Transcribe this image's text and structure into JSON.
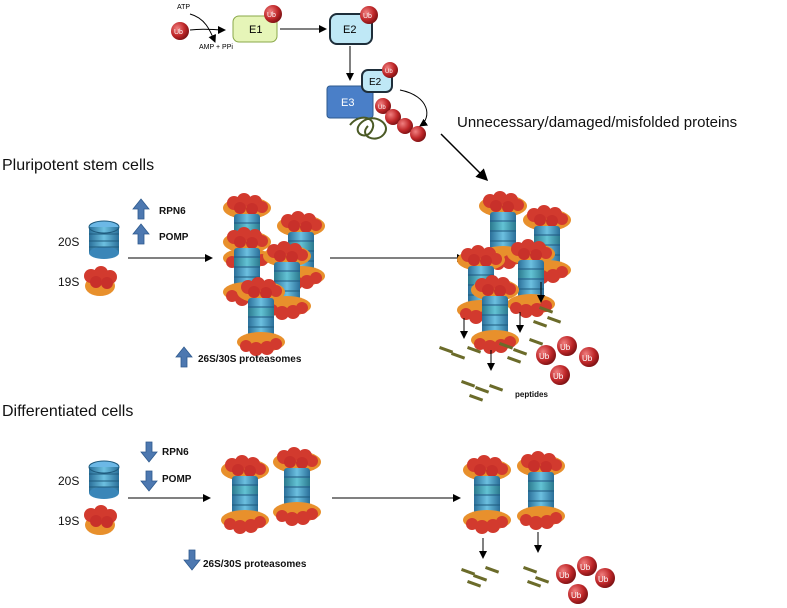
{
  "ubiquitination": {
    "atp": "ATP",
    "amp": "AMP + PPi",
    "e1": "E1",
    "e2": "E2",
    "e3": "E3",
    "ub": "Ub"
  },
  "target_label": "Unnecessary/damaged/misfolded proteins",
  "pluripotent": {
    "heading": "Pluripotent stem cells",
    "s20": "20S",
    "s19": "19S",
    "rpn6": "RPN6",
    "pomp": "POMP",
    "proteasomes": "26S/30S proteasomes",
    "peptides": "peptides",
    "regulation": "up"
  },
  "differentiated": {
    "heading": "Differentiated cells",
    "s20": "20S",
    "s19": "19S",
    "rpn6": "RPN6",
    "pomp": "POMP",
    "proteasomes": "26S/30S proteasomes",
    "regulation": "down"
  },
  "colors": {
    "ub": "#c0282a",
    "e1": "#e6f5b8",
    "e2": "#bfe8f6",
    "e3": "#4a7fc8",
    "core_blue": "#4aa0c8",
    "cap_red": "#d23a2e",
    "cap_orange": "#e8902c",
    "arrow_blue": "#4d78b0",
    "peptide": "#6b6b2a"
  }
}
